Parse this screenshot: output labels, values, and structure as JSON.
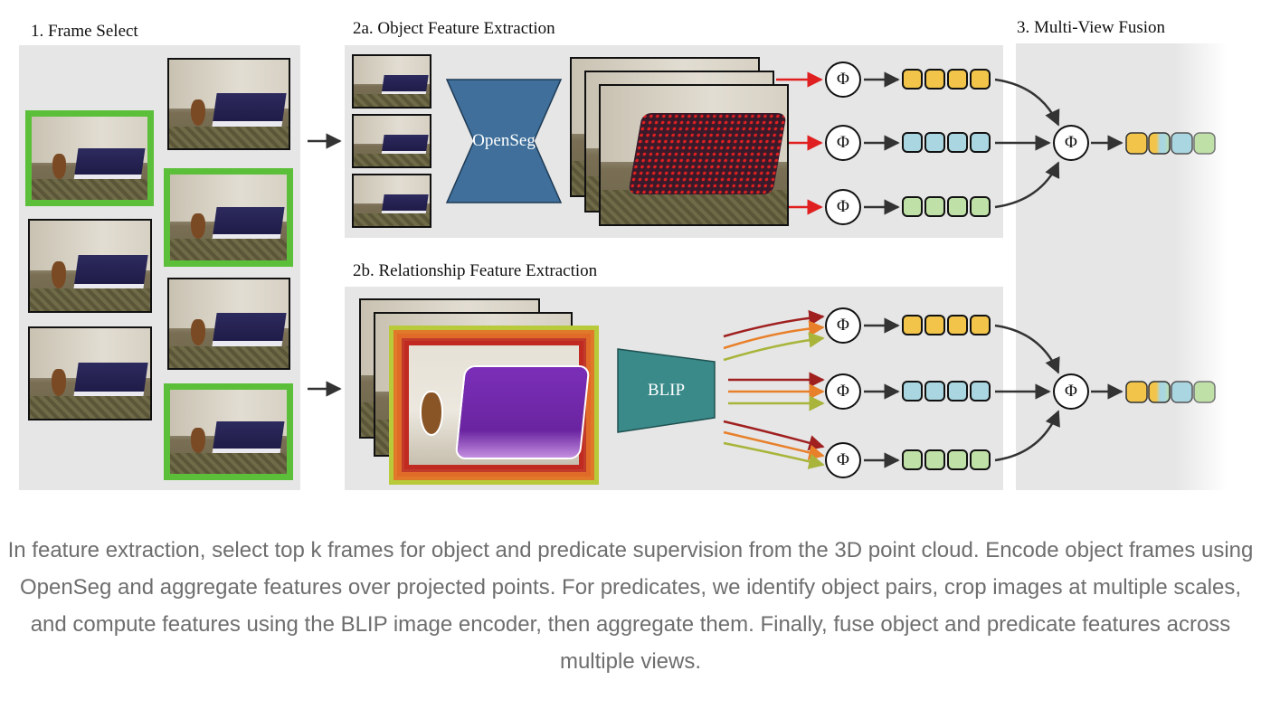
{
  "panels": {
    "frame_select": {
      "title": "1. Frame Select"
    },
    "object_feature": {
      "title": "2a. Object Feature Extraction",
      "encoder": "OpenSeg"
    },
    "relationship_feature": {
      "title": "2b. Relationship Feature Extraction",
      "encoder": "BLIP"
    },
    "fusion": {
      "title": "3. Multi-View Fusion"
    }
  },
  "symbols": {
    "aggregate": "Φ"
  },
  "colors": {
    "selected_frame_border": "#5cbf3a",
    "opensegl_block": "#3f6f9a",
    "blip_block": "#3a8a8a",
    "feature_yellow": "#f2c54a",
    "feature_blue": "#a9d6e0",
    "feature_green": "#bfe0a6",
    "point_red": "#e02020",
    "mask_purple": "#7b2fb8"
  },
  "caption": "In feature extraction, select top k frames for object and predicate supervision from the 3D point cloud. Encode object frames using OpenSeg and aggregate features over projected points. For predicates, we identify object pairs, crop images at multiple scales, and compute features using the BLIP image encoder, then aggregate them. Finally, fuse object and predicate features across multiple views."
}
